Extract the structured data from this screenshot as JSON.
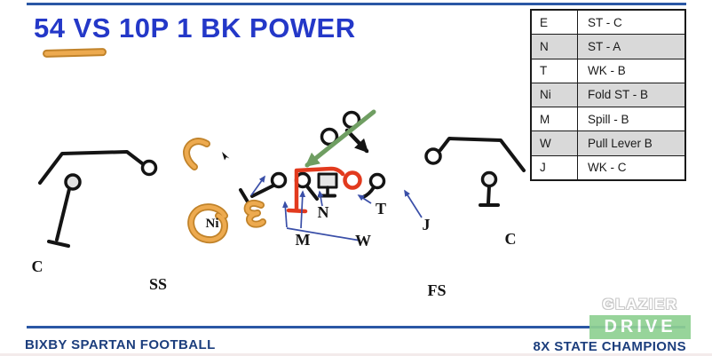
{
  "title": "54 VS 10P 1 BK POWER",
  "assignments": {
    "rows": [
      {
        "pos": "E",
        "duty": "ST - C"
      },
      {
        "pos": "N",
        "duty": "ST - A"
      },
      {
        "pos": "T",
        "duty": "WK - B"
      },
      {
        "pos": "Ni",
        "duty": "Fold ST - B"
      },
      {
        "pos": "M",
        "duty": "Spill - B"
      },
      {
        "pos": "W",
        "duty": "Pull Lever B"
      },
      {
        "pos": "J",
        "duty": "WK - C"
      }
    ]
  },
  "diagram": {
    "defenders": [
      {
        "text": "C"
      },
      {
        "text": "SS"
      },
      {
        "text": "Ni"
      },
      {
        "text": "N"
      },
      {
        "text": "M"
      },
      {
        "text": "W"
      },
      {
        "text": "T"
      },
      {
        "text": "J"
      },
      {
        "text": "FS"
      },
      {
        "text": "C"
      }
    ]
  },
  "footer": {
    "team": "BIXBY SPARTAN FOOTBALL",
    "tagline": "8X STATE CHAMPIONS"
  },
  "logo": {
    "top": "GLAZIER",
    "bottom": "DRIVE"
  },
  "colors": {
    "title-blue": "#2438c8",
    "rule-blue": "#2a57a5",
    "footer-navy": "#1c3e7d",
    "anno-blue": "#3a4fa8",
    "play-red": "#e23a1e",
    "play-green": "#6f9e62",
    "highlight-orange": "#edaa4f",
    "highlight-orange-dark": "#c1832a",
    "table-row-gray": "#d9d9d9",
    "logo-green": "#8fd192",
    "ink": "#141414"
  }
}
